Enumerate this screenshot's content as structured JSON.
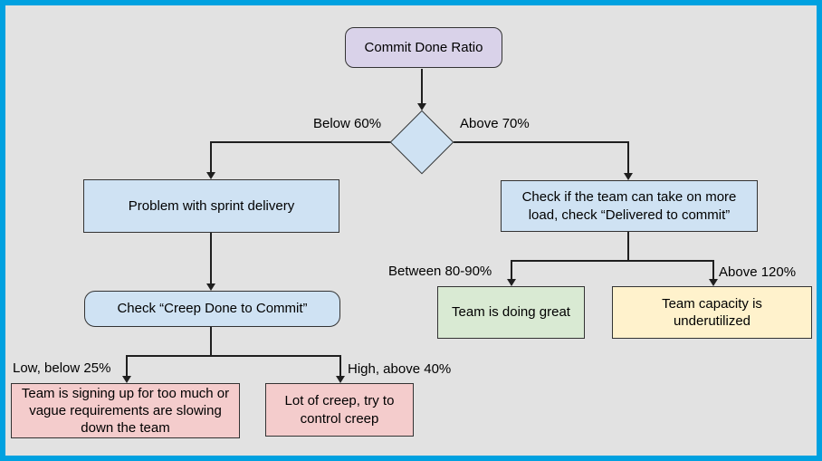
{
  "diagram": {
    "nodes": {
      "root": {
        "label": "Commit Done Ratio"
      },
      "problem": {
        "label": "Problem with sprint delivery"
      },
      "check_load": {
        "label": "Check if the team can take on more load, check “Delivered to commit”"
      },
      "check_creep": {
        "label": "Check “Creep Done to Commit”"
      },
      "too_much": {
        "label": "Team is signing up for too much or vague requirements are slowing down the team"
      },
      "lot_of_creep": {
        "label": "Lot of creep, try to control creep"
      },
      "doing_great": {
        "label": "Team is doing great"
      },
      "underutilized": {
        "label": "Team capacity is underutilized"
      }
    },
    "edge_labels": {
      "below_60": "Below 60%",
      "above_70": "Above 70%",
      "low_below_25": "Low, below 25%",
      "high_above_40": "High, above 40%",
      "between_80_90": "Between 80-90%",
      "above_120": "Above 120%"
    },
    "colors": {
      "frame_border": "#00A1E0",
      "canvas_background": "#E2E2E2",
      "node_purple": "#D9D2E9",
      "node_blue": "#CFE2F3",
      "node_green": "#D9EAD3",
      "node_yellow": "#FFF2CC",
      "node_pink": "#F4CCCC",
      "connector": "#1F1F1F"
    }
  }
}
